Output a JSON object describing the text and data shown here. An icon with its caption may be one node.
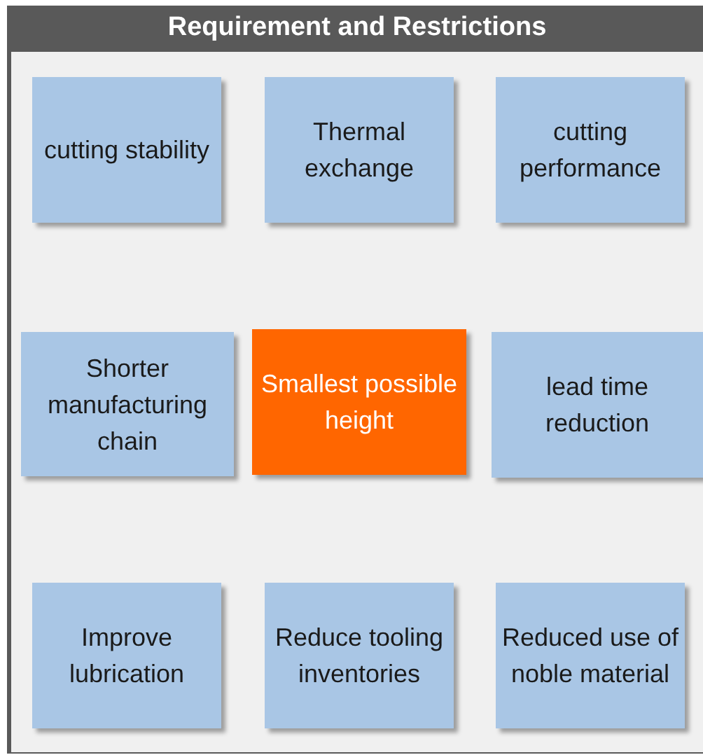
{
  "diagram": {
    "nodes": [
      {
        "text": [
          "Requirement and Restrictions"
        ]
      },
      {
        "text": [
          "cutting stability"
        ],
        "in": 0
      },
      {
        "text": [
          "Thermal exchange"
        ],
        "in": 0
      },
      {
        "text": [
          "cutting performance"
        ],
        "in": 0
      },
      {
        "text": [
          "Shorter manufacturing chain"
        ],
        "in": 0
      },
      {
        "text": [
          "Smallest possible height"
        ],
        "in": 0
      },
      {
        "text": [
          "lead time reduction"
        ],
        "in": 0
      },
      {
        "text": [
          "Improve lubrication"
        ],
        "in": 0
      },
      {
        "text": [
          "Reduce tooling inventories"
        ],
        "in": 0
      },
      {
        "text": [
          "Reduced use of noble material"
        ],
        "in": 0
      }
    ]
  }
}
